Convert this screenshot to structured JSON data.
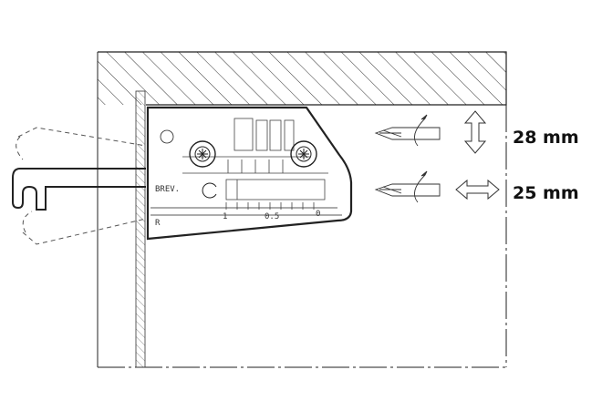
{
  "diagram": {
    "bracket_labels": {
      "brand_mark": "BREV.",
      "side_mark": "R",
      "scale_1": "1",
      "scale_mid": "0.5",
      "scale_0": "0"
    },
    "adjustments": [
      {
        "direction": "vertical",
        "value": "28 mm"
      },
      {
        "direction": "horizontal",
        "value": "25 mm"
      }
    ],
    "colors": {
      "line": "#222222",
      "background": "#ffffff"
    }
  }
}
